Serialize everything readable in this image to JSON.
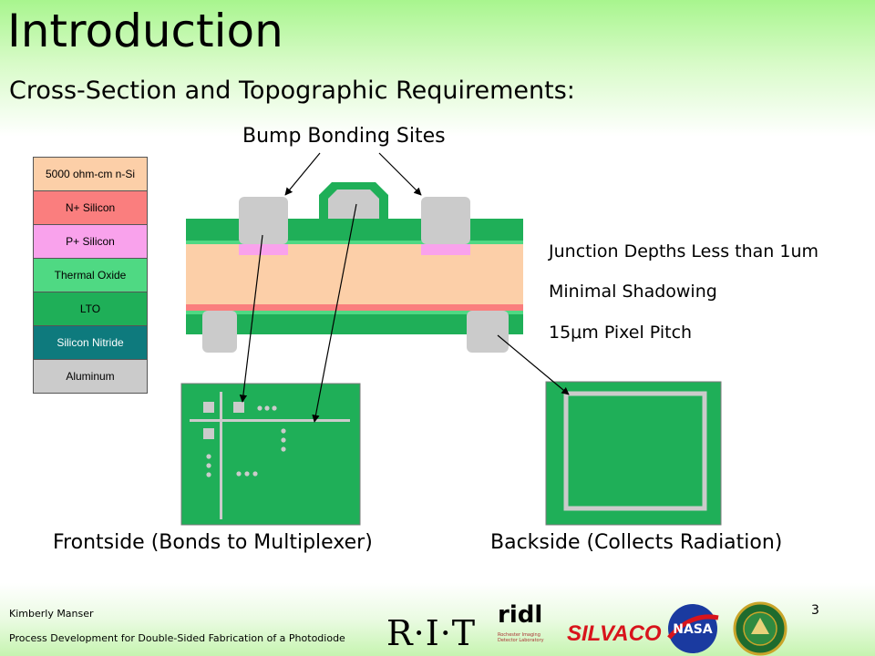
{
  "header": {
    "title": "Introduction",
    "subtitle": "Cross-Section and Topographic Requirements:"
  },
  "diagram": {
    "bump_label": "Bump Bonding Sites",
    "legend": [
      {
        "label": "5000 ohm-cm n-Si",
        "color": "#fccfa8"
      },
      {
        "label": "N+ Silicon",
        "color": "#fa7e7e"
      },
      {
        "label": "P+ Silicon",
        "color": "#f9a2ec"
      },
      {
        "label": "Thermal Oxide",
        "color": "#4fd983"
      },
      {
        "label": "LTO",
        "color": "#1faf58"
      },
      {
        "label": "Silicon Nitride",
        "color": "#0e7a7d",
        "text_color": "#ffffff"
      },
      {
        "label": "Aluminum",
        "color": "#cbcbcb"
      }
    ],
    "notes": [
      "Junction Depths Less than 1um",
      "Minimal Shadowing",
      "15μm Pixel Pitch"
    ],
    "caption_front": "Frontside (Bonds to Multiplexer)",
    "caption_back": "Backside (Collects Radiation)"
  },
  "footer": {
    "author": "Kimberly Manser",
    "title": "Process Development for Double-Sided Fabrication of a Photodiode",
    "page": "3"
  },
  "logos": {
    "rit": "R·I·T",
    "ridl": "ridl",
    "ridl_sub": "Rochester Imaging Detector Laboratory",
    "silvaco": "SILVACO"
  }
}
